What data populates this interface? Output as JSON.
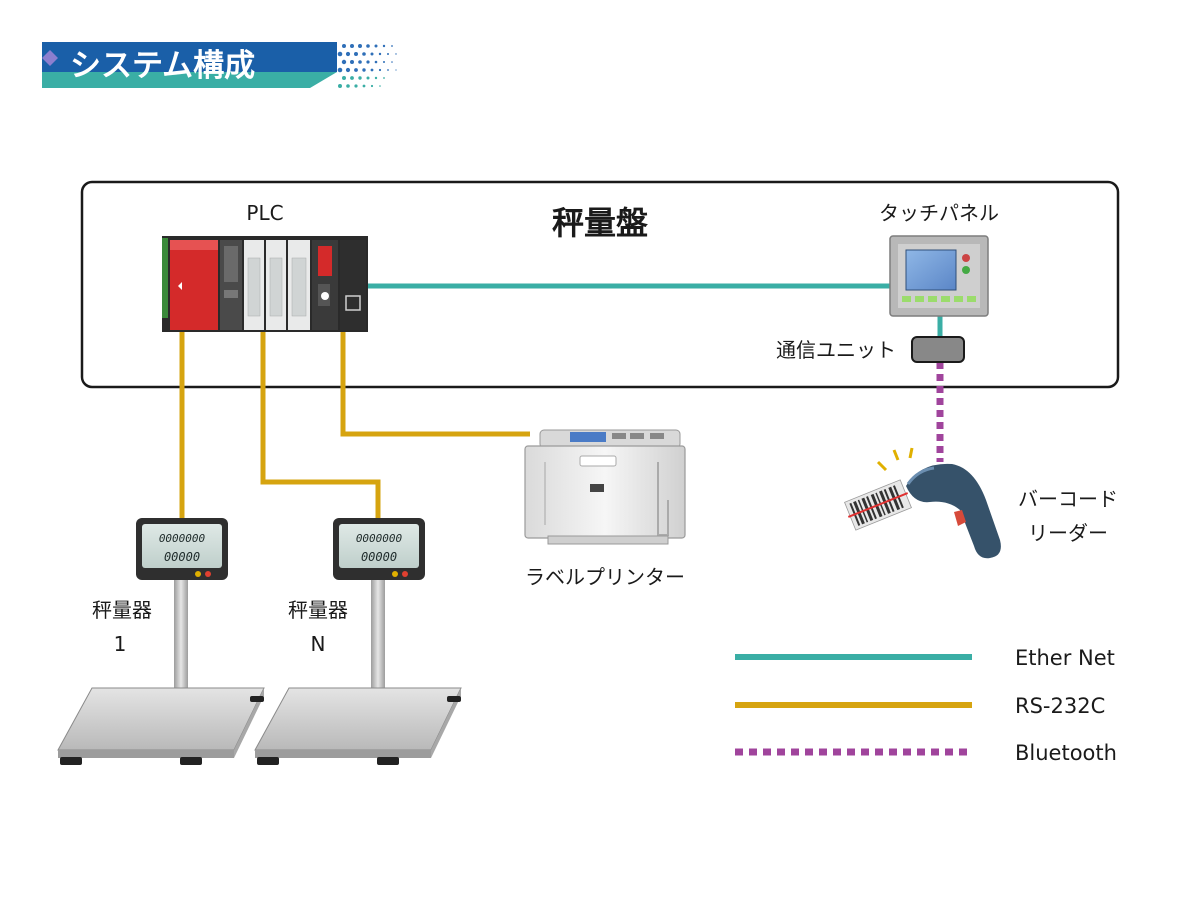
{
  "header": {
    "title": "システム構成"
  },
  "panel": {
    "label": "秤量盤"
  },
  "devices": {
    "plc": "PLC",
    "touch_panel": "タッチパネル",
    "comm_unit": "通信ユニット",
    "label_printer": "ラベルプリンター",
    "barcode_reader": [
      "バーコード",
      "リーダー"
    ],
    "scales": [
      {
        "name": "秤量器",
        "id": "1",
        "display_top": "0000000",
        "display_bottom": "00000"
      },
      {
        "name": "秤量器",
        "id": "N",
        "display_top": "0000000",
        "display_bottom": "00000"
      }
    ]
  },
  "legend": [
    {
      "label": "Ether Net",
      "color": "#3aaea5",
      "style": "solid"
    },
    {
      "label": "RS-232C",
      "color": "#d6a410",
      "style": "solid"
    },
    {
      "label": "Bluetooth",
      "color": "#a0449c",
      "style": "dotted"
    }
  ],
  "colors": {
    "title_bar": "#1a5fa8",
    "title_accent": "#3aaea5",
    "plc_red": "#d42a2a",
    "scanner": "#36526a"
  }
}
